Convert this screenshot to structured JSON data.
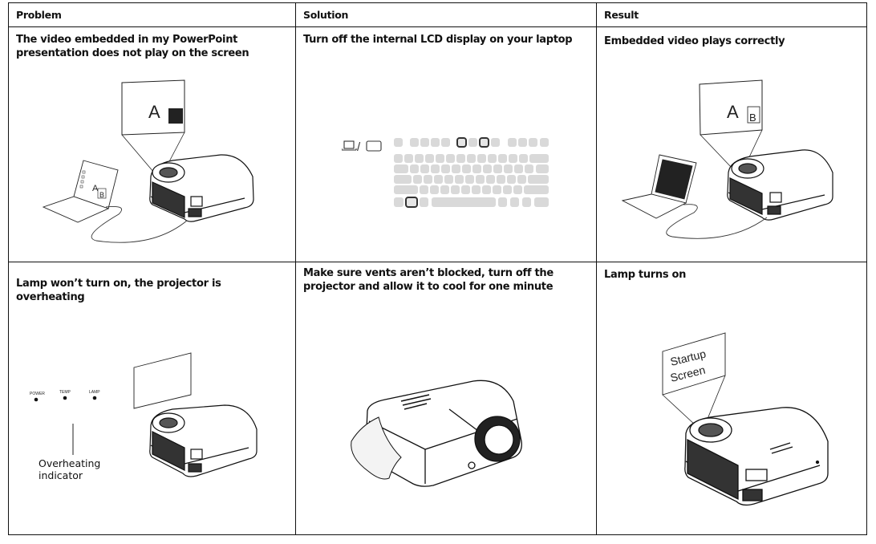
{
  "table": {
    "headers": [
      "Problem",
      "Solution",
      "Result"
    ],
    "rows": [
      {
        "problem": "The video embedded in my PowerPoint presentation does not play on the screen",
        "solution": "Turn off the internal LCD display on your laptop",
        "result": "Embedded video plays correctly",
        "illustrations": {
          "problem": {
            "screen_letter": "A",
            "laptop_letter_a": "A",
            "laptop_letter_b": "B"
          },
          "solution": {
            "icon": "laptop-slash-monitor-icon",
            "glyph": "/"
          },
          "result": {
            "screen_letter_a": "A",
            "screen_letter_b": "B"
          }
        }
      },
      {
        "problem": "Lamp won’t turn on, the projector is overheating",
        "solution": "Make sure vents aren’t blocked, turn off the projector and allow it to cool for one minute",
        "result": "Lamp turns on",
        "illustrations": {
          "problem": {
            "indicators": [
              "POWER",
              "TEMP",
              "LAMP"
            ],
            "annotation_line1": "Overheating",
            "annotation_line2": "indicator"
          },
          "result": {
            "screen_line1": "Startup",
            "screen_line2": "Screen"
          }
        }
      }
    ]
  },
  "colors": {
    "border": "#111111",
    "key": "#d9d9d9",
    "key_highlight": "#333333"
  }
}
